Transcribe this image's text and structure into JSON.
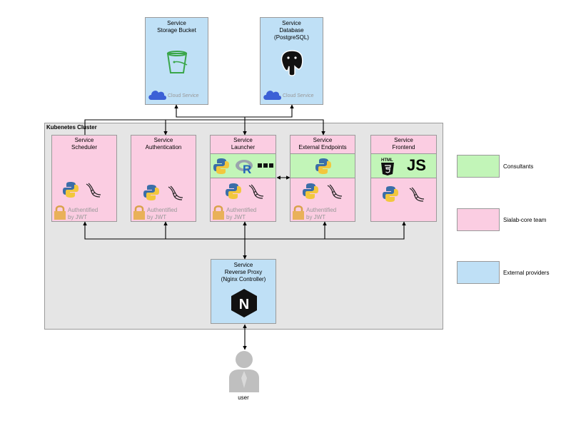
{
  "diagram": {
    "cluster": {
      "title": "Kubenetes Cluster"
    },
    "external": [
      {
        "id": "storage",
        "lines": [
          "Service",
          "Storage Bucket"
        ],
        "footer": "Cloud Service"
      },
      {
        "id": "database",
        "lines": [
          "Service",
          "Database",
          "(PostgreSQL)"
        ],
        "footer": "Cloud Service"
      }
    ],
    "services": [
      {
        "id": "scheduler",
        "lines": [
          "Service",
          "Scheduler"
        ],
        "auth": [
          "Authentified",
          "by JWT"
        ]
      },
      {
        "id": "authentication",
        "lines": [
          "Service",
          "Authentication"
        ],
        "auth": [
          "Authentified",
          "by JWT"
        ]
      },
      {
        "id": "launcher",
        "lines": [
          "Service",
          "Launcher"
        ],
        "auth": [
          "Authentified",
          "by JWT"
        ]
      },
      {
        "id": "external-endpoints",
        "lines": [
          "Service",
          "External Endpoints"
        ],
        "auth": [
          "Authentified",
          "by JWT"
        ]
      },
      {
        "id": "frontend",
        "lines": [
          "Service",
          "Frontend"
        ]
      }
    ],
    "proxy": {
      "lines": [
        "Service",
        "Reverse Proxy",
        "(Nginx Controller)"
      ]
    },
    "user": {
      "label": "user"
    },
    "badges": {
      "html5": "HTML",
      "js": "JS",
      "r": "R",
      "nginx": "N"
    },
    "legend": [
      {
        "label": "Consultants",
        "color": "#c2f5b8"
      },
      {
        "label": "Sialab-core team",
        "color": "#fbcde2"
      },
      {
        "label": "External providers",
        "color": "#bfe0f6"
      }
    ]
  }
}
